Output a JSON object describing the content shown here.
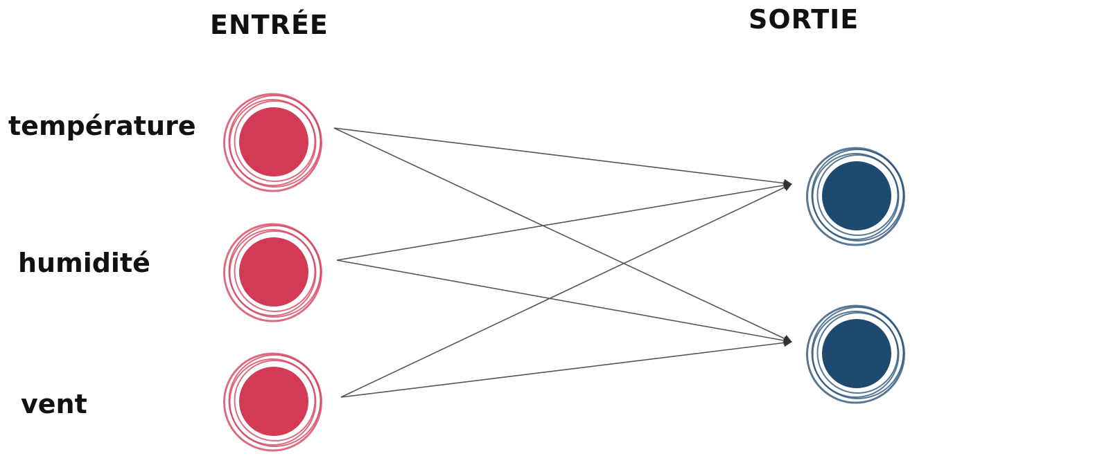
{
  "headings": {
    "input": "ENTRÉE",
    "output": "SORTIE"
  },
  "inputs": [
    {
      "label": "température"
    },
    {
      "label": "humidité"
    },
    {
      "label": "vent"
    }
  ],
  "outputs": [
    {
      "label": ""
    },
    {
      "label": ""
    }
  ],
  "colors": {
    "input_node": "#d23a55",
    "output_node": "#1f4a70",
    "edge": "#555555",
    "arrowhead": "#333333"
  },
  "connections": "fully-connected"
}
